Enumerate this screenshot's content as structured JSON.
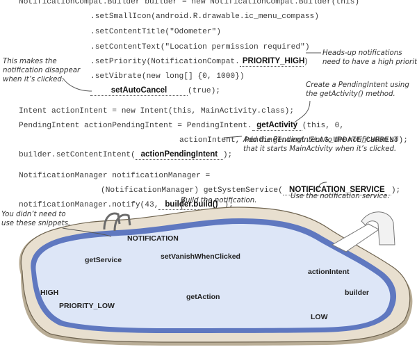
{
  "code": {
    "l1": "NotificationCompat.Builder builder = new NotificationCompat.Builder(this)",
    "l2": ".setSmallIcon(android.R.drawable.ic_menu_compass)",
    "l3": ".setContentTitle(\"Odometer\")",
    "l4": ".setContentText(\"Location permission required\")",
    "l5a": ".setPriority(NotificationCompat.",
    "l5b": ")",
    "l6": ".setVibrate(new long[] {0, 1000})",
    "l7b": "(true);",
    "l8": "Intent actionIntent = new Intent(this, MainActivity.class);",
    "l9a": "PendingIntent actionPendingIntent = PendingIntent.",
    "l9b": "(this, 0,",
    "l10": "actionIntent, PendingIntent.FLAG_UPDATE_CURRENT);",
    "l11a": "builder.setContentIntent(",
    "l11b": ");",
    "l12": "NotificationManager notificationManager =",
    "l13a": "(NotificationManager) getSystemService(",
    "l13b": ");",
    "l14a": "notificationManager.notify(43,",
    "l14b": ");"
  },
  "blanks": {
    "priority": "PRIORITY_HIGH",
    "autocancel": "setAutoCancel",
    "getactivity": "getActivity",
    "pending": "actionPendingIntent",
    "service": "NOTIFICATION_SERVICE",
    "build": "builder.build()"
  },
  "notes": {
    "disappear": "This makes the\nnotification disappear\nwhen it’s clicked.",
    "headsup": "Heads-up notifications\nneed to have a high priority.",
    "pendingintent": "Create a PendingIntent using\nthe getActivity() method.",
    "addintent": "Add the PendingIntent to the notification so\nthat it starts MainActivity when it’s clicked.",
    "usenotif": "Use the notification service.",
    "buildnotif": "Build the notification.",
    "snippets": "You didn’t need to\nuse these snippets."
  },
  "pool": {
    "s1": "NOTIFICATION",
    "s2": "getService",
    "s3": "setVanishWhenClicked",
    "s4": "actionIntent",
    "s5": "HIGH",
    "s6": "builder",
    "s7": "PRIORITY_LOW",
    "s8": "getAction",
    "s9": "LOW"
  },
  "colors": {
    "pool_water": "#dde6f7",
    "pool_rim": "#e6ddcd",
    "pool_shadow": "#6b85c8",
    "text": "#333333"
  }
}
